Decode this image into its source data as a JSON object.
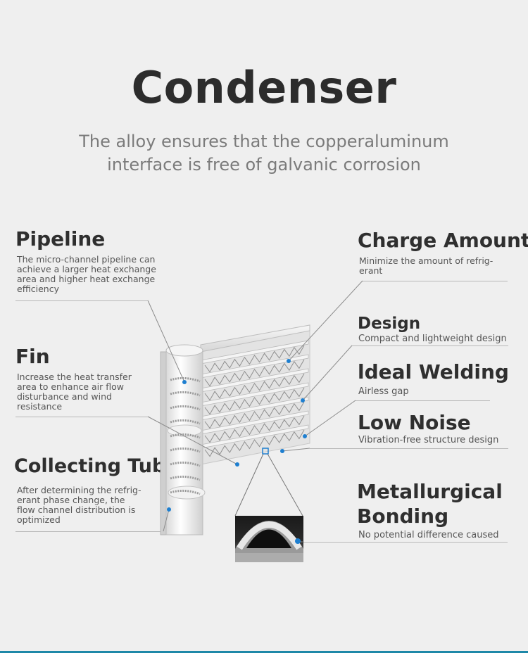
{
  "title": "Condenser",
  "subtitle_line1": "The alloy ensures that the copperaluminum",
  "subtitle_line2": "interface is free of galvanic corrosion",
  "left_features": [
    {
      "head": "Pipeline",
      "lines": [
        "The micro-channel pipeline can",
        "achieve a larger heat exchange",
        "area and higher heat exchange",
        "efficiency"
      ]
    },
    {
      "head": "Fin",
      "lines": [
        "Increase the heat transfer",
        "area to enhance air flow",
        "disturbance and wind",
        "resistance"
      ]
    },
    {
      "head": "Collecting Tube",
      "lines": [
        "After determining the refrig-",
        "erant phase change, the",
        "flow channel distribution is",
        "optimized"
      ]
    }
  ],
  "right_features": [
    {
      "head": "Charge Amount",
      "lines": [
        "Minimize the   amount of refrig-",
        "erant"
      ]
    },
    {
      "head": "Design",
      "lines": [
        "Compact and lightweight design"
      ]
    },
    {
      "head": "ldeal Welding",
      "lines": [
        "Airless gap"
      ]
    },
    {
      "head": "Low Noise",
      "lines": [
        "Vibration-free structure design"
      ]
    },
    {
      "head": "Metallurgical",
      "head2": "Bonding",
      "lines": [
        "No potential difference caused"
      ]
    }
  ],
  "colors": {
    "accent_dot": "#1e7fd0",
    "bottom_bar": "#1e88a8"
  }
}
